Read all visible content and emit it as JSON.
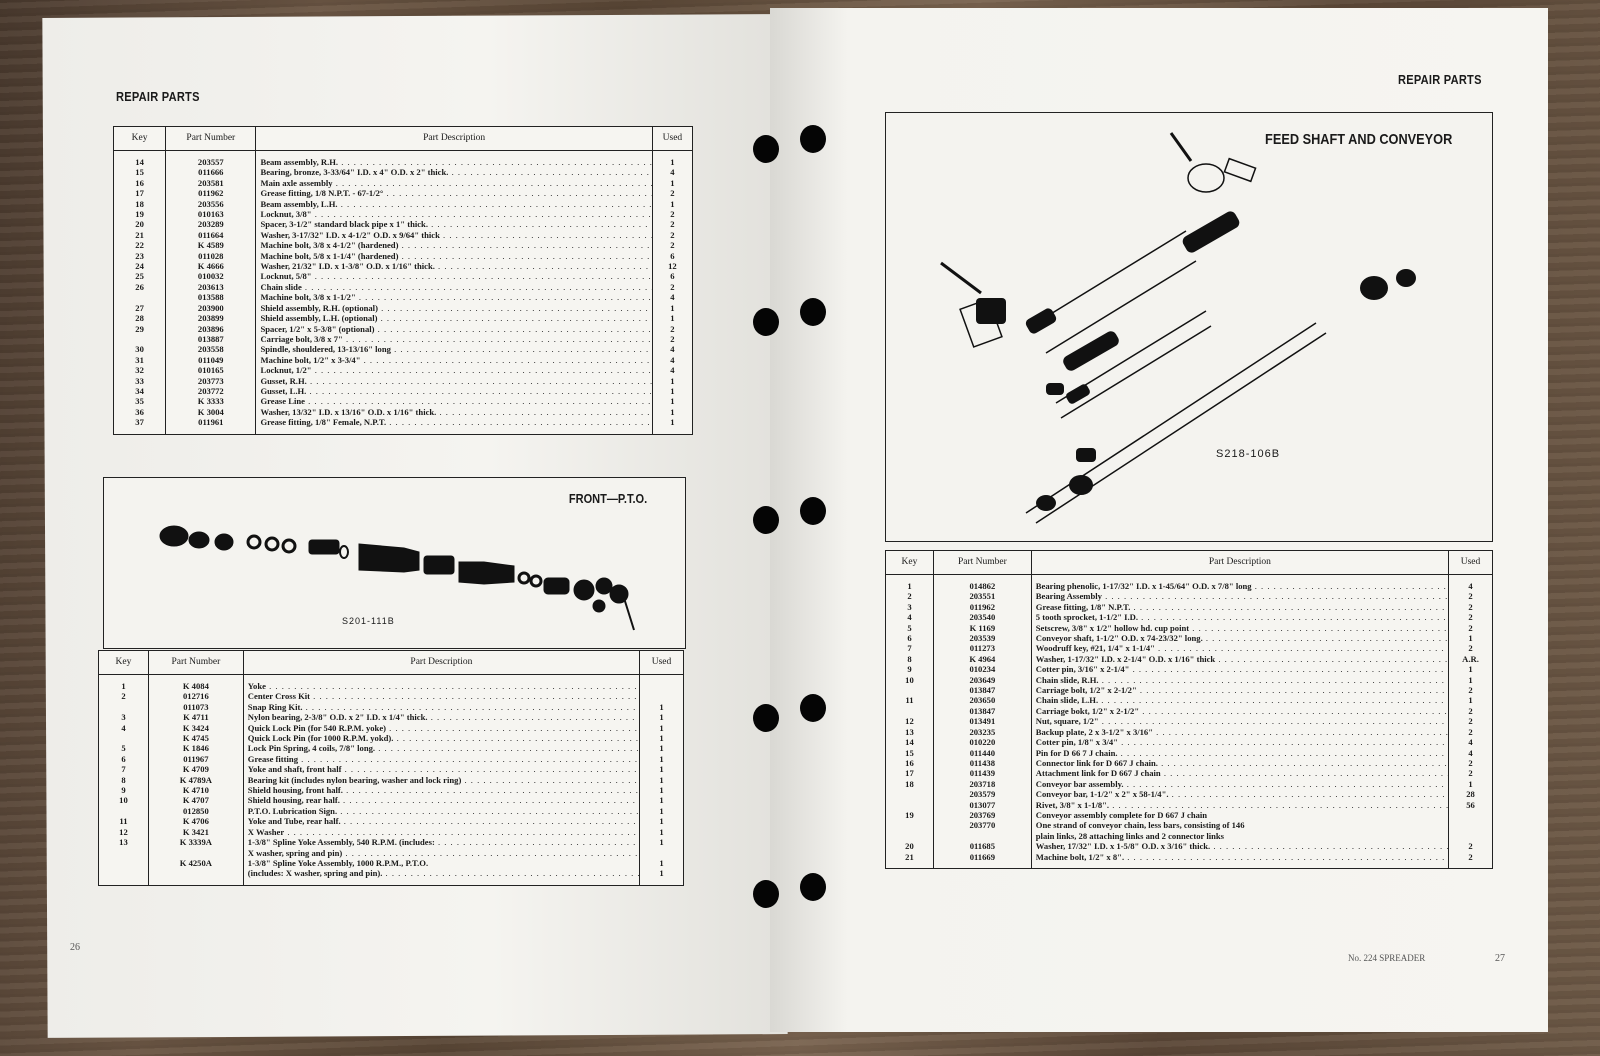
{
  "left_page": {
    "header": "REPAIR PARTS",
    "page_number": "26",
    "columns": [
      "Key",
      "Part Number",
      "Part Description",
      "Used"
    ],
    "table1": [
      {
        "key": "14",
        "part": "203557",
        "desc": "Beam assembly, R.H.",
        "used": "1"
      },
      {
        "key": "15",
        "part": "011666",
        "desc": "Bearing, bronze, 3-33/64\" I.D. x 4\" O.D. x 2\" thick.",
        "used": "4"
      },
      {
        "key": "16",
        "part": "203581",
        "desc": "Main axle assembly",
        "used": "1"
      },
      {
        "key": "17",
        "part": "011962",
        "desc": "Grease fitting, 1/8 N.P.T. - 67-1/2°",
        "used": "2"
      },
      {
        "key": "18",
        "part": "203556",
        "desc": "Beam assembly, L.H.",
        "used": "1"
      },
      {
        "key": "19",
        "part": "010163",
        "desc": "Locknut, 3/8\"",
        "used": "2"
      },
      {
        "key": "20",
        "part": "203289",
        "desc": "Spacer, 3-1/2\" standard black pipe x 1\" thick.",
        "used": "2"
      },
      {
        "key": "21",
        "part": "011664",
        "desc": "Washer, 3-17/32\" I.D. x 4-1/2\" O.D. x 9/64\" thick",
        "used": "2"
      },
      {
        "key": "22",
        "part": "K 4589",
        "desc": "Machine bolt, 3/8 x 4-1/2\" (hardened)",
        "used": "2"
      },
      {
        "key": "23",
        "part": "011028",
        "desc": "Machine bolt, 5/8 x 1-1/4\" (hardened)",
        "used": "6"
      },
      {
        "key": "24",
        "part": "K 4666",
        "desc": "Washer, 21/32\" I.D. x 1-3/8\" O.D. x 1/16\" thick.",
        "used": "12"
      },
      {
        "key": "25",
        "part": "010032",
        "desc": "Locknut, 5/8\"",
        "used": "6"
      },
      {
        "key": "26",
        "part": "203613",
        "desc": "Chain slide",
        "used": "2"
      },
      {
        "key": "",
        "part": "013588",
        "desc": "Machine bolt, 3/8 x 1-1/2\"",
        "used": "4"
      },
      {
        "key": "27",
        "part": "203900",
        "desc": "Shield assembly, R.H. (optional)",
        "used": "1"
      },
      {
        "key": "28",
        "part": "203899",
        "desc": "Shield assembly, L.H. (optional)",
        "used": "1"
      },
      {
        "key": "29",
        "part": "203896",
        "desc": "Spacer, 1/2\" x 5-3/8\" (optional)",
        "used": "2"
      },
      {
        "key": "",
        "part": "013887",
        "desc": "Carriage bolt, 3/8 x 7\"",
        "used": "2"
      },
      {
        "key": "30",
        "part": "203558",
        "desc": "Spindle, shouldered, 13-13/16\" long",
        "used": "4"
      },
      {
        "key": "31",
        "part": "011049",
        "desc": "Machine bolt, 1/2\" x 3-3/4\"",
        "used": "4"
      },
      {
        "key": "32",
        "part": "010165",
        "desc": "Locknut, 1/2\"",
        "used": "4"
      },
      {
        "key": "33",
        "part": "203773",
        "desc": "Gusset, R.H.",
        "used": "1"
      },
      {
        "key": "34",
        "part": "203772",
        "desc": "Gusset, L.H.",
        "used": "1"
      },
      {
        "key": "35",
        "part": "K 3333",
        "desc": "Grease Line",
        "used": "1"
      },
      {
        "key": "36",
        "part": "K 3004",
        "desc": "Washer, 13/32\" I.D. x 13/16\" O.D. x 1/16\" thick.",
        "used": "1"
      },
      {
        "key": "37",
        "part": "011961",
        "desc": "Grease fitting, 1/8\" Female, N.P.T.",
        "used": "1"
      }
    ],
    "diagram": {
      "title": "FRONT—P.T.O.",
      "code": "S201-111B"
    },
    "table2": [
      {
        "key": "1",
        "part": "K 4084",
        "desc": "Yoke",
        "used": ""
      },
      {
        "key": "2",
        "part": "012716",
        "desc": "Center Cross Kit",
        "used": ""
      },
      {
        "key": "",
        "part": "011073",
        "desc": "Snap Ring Kit.",
        "used": "1"
      },
      {
        "key": "3",
        "part": "K 4711",
        "desc": "Nylon bearing, 2-3/8\" O.D. x 2\" I.D. x 1/4\" thick.",
        "used": "1"
      },
      {
        "key": "4",
        "part": "K 3424",
        "desc": "Quick Lock Pin (for 540 R.P.M. yoke)",
        "used": "1"
      },
      {
        "key": "",
        "part": "K 4745",
        "desc": "Quick Lock Pin (for 1000 R.P.M. yokd).",
        "used": "1"
      },
      {
        "key": "5",
        "part": "K 1846",
        "desc": "Lock Pin Spring, 4 coils, 7/8\" long.",
        "used": "1"
      },
      {
        "key": "6",
        "part": "011967",
        "desc": "Grease fitting",
        "used": "1"
      },
      {
        "key": "7",
        "part": "K 4709",
        "desc": "Yoke and shaft, front half",
        "used": "1"
      },
      {
        "key": "8",
        "part": "K 4789A",
        "desc": "Bearing kit (includes nylon bearing, washer and lock ring)",
        "used": "1"
      },
      {
        "key": "9",
        "part": "K 4710",
        "desc": "Shield housing, front half.",
        "used": "1"
      },
      {
        "key": "10",
        "part": "K 4707",
        "desc": "Shield housing, rear half.",
        "used": "1"
      },
      {
        "key": "",
        "part": "012850",
        "desc": "P.T.O. Lubrication Sign.",
        "used": "1"
      },
      {
        "key": "11",
        "part": "K 4706",
        "desc": "Yoke and Tube, rear half.",
        "used": "1"
      },
      {
        "key": "12",
        "part": "K 3421",
        "desc": "X Washer",
        "used": "1"
      },
      {
        "key": "13",
        "part": "K 3339A",
        "desc": "1-3/8\" Spline Yoke Assembly, 540 R.P.M. (includes:",
        "used": "1"
      },
      {
        "key": "",
        "part": "",
        "desc": "X washer, spring and pin)",
        "used": ""
      },
      {
        "key": "",
        "part": "K 4250A",
        "desc": "1-3/8\" Spline Yoke Assembly, 1000 R.P.M., P.T.O.",
        "used": "1",
        "nodots": true
      },
      {
        "key": "",
        "part": "",
        "desc": "(includes: X washer, spring and pin).",
        "used": "1"
      }
    ]
  },
  "right_page": {
    "header": "REPAIR PARTS",
    "page_number": "27",
    "footer": "No. 224 SPREADER",
    "diagram": {
      "title": "FEED SHAFT AND CONVEYOR",
      "code": "S218-106B"
    },
    "columns": [
      "Key",
      "Part Number",
      "Part Description",
      "Used"
    ],
    "table": [
      {
        "key": "1",
        "part": "014862",
        "desc": "Bearing phenolic, 1-17/32\" I.D. x 1-45/64\" O.D. x 7/8\" long",
        "used": "4"
      },
      {
        "key": "2",
        "part": "203551",
        "desc": "Bearing Assembly",
        "used": "2"
      },
      {
        "key": "3",
        "part": "011962",
        "desc": "Grease fitting, 1/8\" N.P.T.",
        "used": "2"
      },
      {
        "key": "4",
        "part": "203540",
        "desc": "5 tooth sprocket, 1-1/2\" I.D.",
        "used": "2"
      },
      {
        "key": "5",
        "part": "K 1169",
        "desc": "Setscrew, 3/8\" x 1/2\" hollow hd. cup point",
        "used": "2"
      },
      {
        "key": "6",
        "part": "203539",
        "desc": "Conveyor shaft, 1-1/2\" O.D. x 74-23/32\" long.",
        "used": "1"
      },
      {
        "key": "7",
        "part": "011273",
        "desc": "Woodruff key, #21, 1/4\" x 1-1/4\"",
        "used": "2"
      },
      {
        "key": "8",
        "part": "K 4964",
        "desc": "Washer, 1-17/32\" I.D. x 2-1/4\" O.D. x 1/16\" thick",
        "used": "A.R."
      },
      {
        "key": "9",
        "part": "010234",
        "desc": "Cotter pin, 3/16\" x 2-1/4\"",
        "used": "1"
      },
      {
        "key": "10",
        "part": "203649",
        "desc": "Chain slide, R.H.",
        "used": "1"
      },
      {
        "key": "",
        "part": "013847",
        "desc": "Carriage bolt, 1/2\" x 2-1/2\"",
        "used": "2"
      },
      {
        "key": "11",
        "part": "203650",
        "desc": "Chain slide, L.H.",
        "used": "1"
      },
      {
        "key": "",
        "part": "013847",
        "desc": "Carriage bokt, 1/2\" x 2-1/2\"",
        "used": "2"
      },
      {
        "key": "12",
        "part": "013491",
        "desc": "Nut, square, 1/2\"",
        "used": "2"
      },
      {
        "key": "13",
        "part": "203235",
        "desc": "Backup plate, 2 x 3-1/2\" x 3/16\"",
        "used": "2"
      },
      {
        "key": "14",
        "part": "010220",
        "desc": "Cotter pin, 1/8\" x 3/4\"",
        "used": "4"
      },
      {
        "key": "15",
        "part": "011440",
        "desc": "Pin for D 66 7 J chain.",
        "used": "4"
      },
      {
        "key": "16",
        "part": "011438",
        "desc": "Connector link for D 667 J chain.",
        "used": "2"
      },
      {
        "key": "17",
        "part": "011439",
        "desc": "Attachment link for D 667 J chain",
        "used": "2"
      },
      {
        "key": "18",
        "part": "203718",
        "desc": "Conveyor bar assembly.",
        "used": "1"
      },
      {
        "key": "",
        "part": "203579",
        "desc": "Conveyor bar, 1-1/2\" x 2\" x 58-1/4\".",
        "used": "28"
      },
      {
        "key": "",
        "part": "013077",
        "desc": "Rivet, 3/8\" x 1-1/8\".",
        "used": "56"
      },
      {
        "key": "19",
        "part": "203769",
        "desc": "Conveyor assembly complete for D 667 J chain",
        "used": "",
        "nodots": true
      },
      {
        "key": "",
        "part": "203770",
        "desc": "One strand of conveyor chain, less bars, consisting of 146",
        "used": "",
        "nodots": true
      },
      {
        "key": "",
        "part": "",
        "desc": "plain links, 28 attaching links and 2 connector links",
        "used": "",
        "nodots": true
      },
      {
        "key": "20",
        "part": "011685",
        "desc": "Washer, 17/32\" I.D. x 1-5/8\" O.D. x 3/16\" thick.",
        "used": "2"
      },
      {
        "key": "21",
        "part": "011669",
        "desc": "Machine bolt, 1/2\" x 8\".",
        "used": "2"
      }
    ]
  }
}
